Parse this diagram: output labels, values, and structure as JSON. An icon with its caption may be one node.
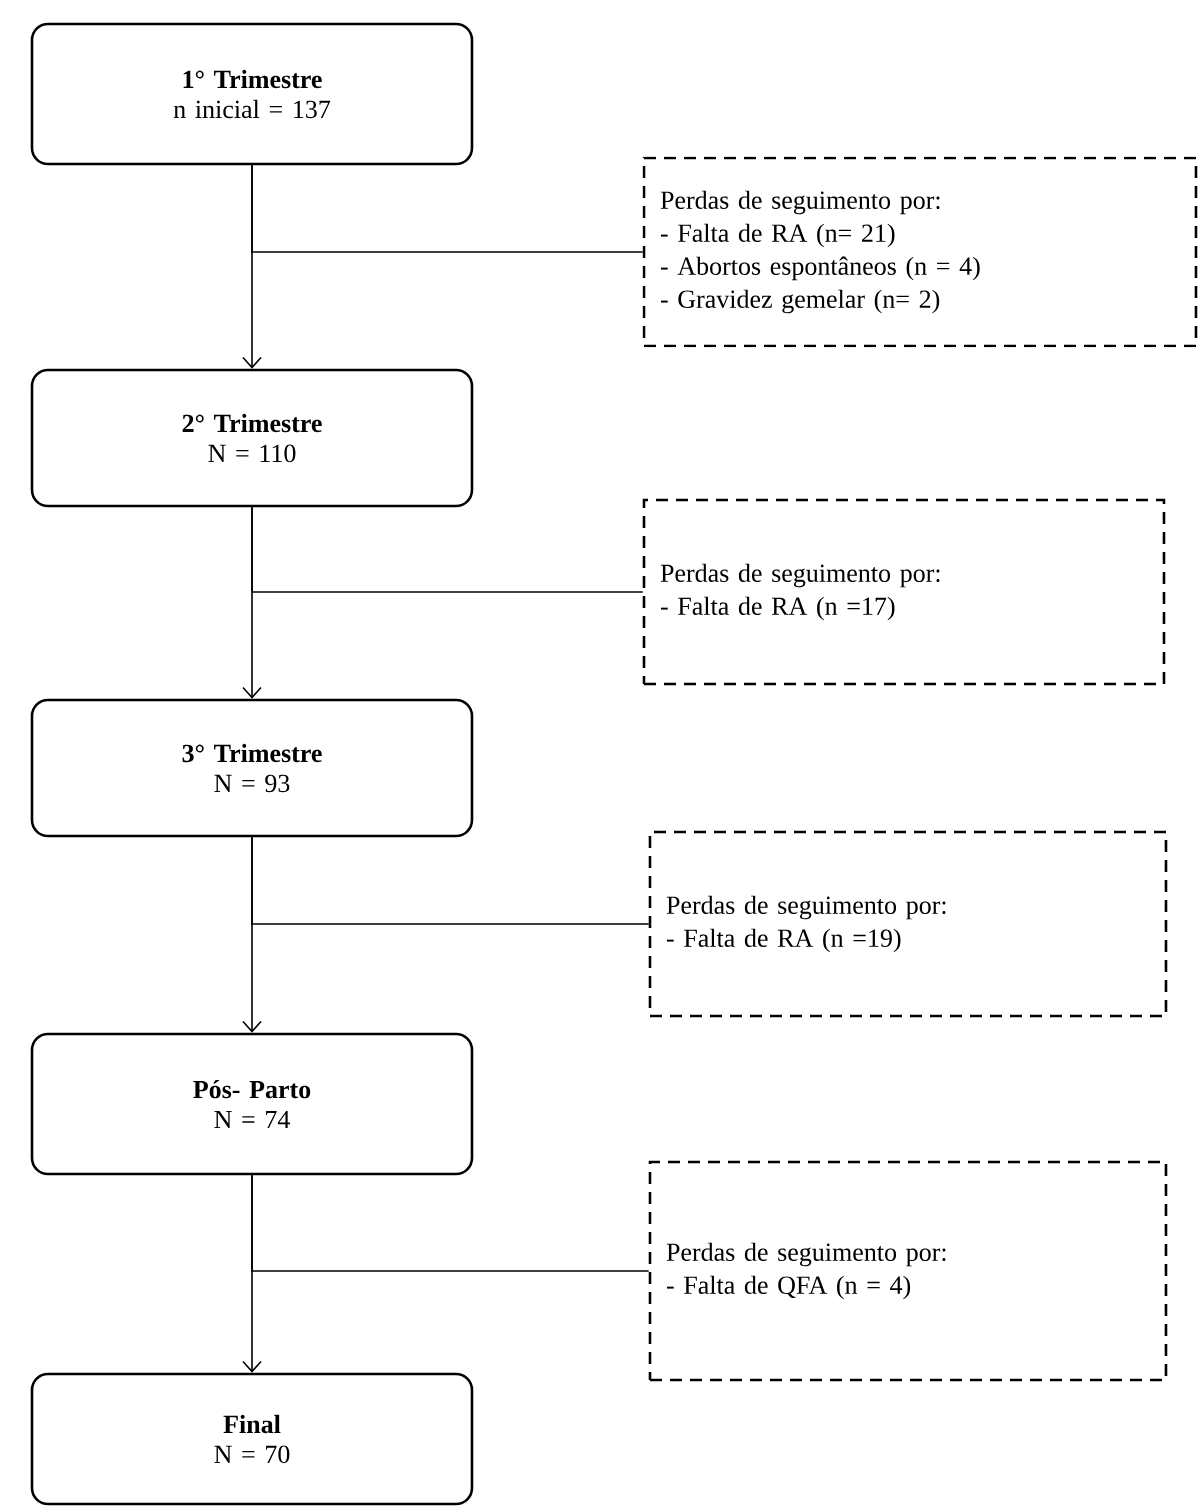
{
  "diagram": {
    "nodes": [
      {
        "text": [
          "1° Trimestre",
          "n inicial = 137"
        ]
      },
      {
        "text": [
          "2° Trimestre",
          "N = 110"
        ]
      },
      {
        "text": [
          "3° Trimestre",
          "N = 93"
        ]
      },
      {
        "text": [
          "Pós- Parto",
          "N = 74"
        ]
      },
      {
        "text": [
          "Final",
          "N = 70"
        ]
      },
      {
        "text": [
          "Perdas de seguimento por:",
          "- Falta de RA (n= 21)",
          "- Abortos espontâneos (n = 4)",
          "- Gravidez gemelar (n= 2)"
        ]
      },
      {
        "text": [
          "Perdas de seguimento por:",
          "- Falta de RA (n =17)"
        ]
      },
      {
        "text": [
          "Perdas de seguimento por:",
          "- Falta de RA (n =19)"
        ]
      },
      {
        "text": [
          "Perdas de seguimento por:",
          "- Falta de QFA (n = 4)"
        ]
      }
    ],
    "edges": [
      {
        "from": 0,
        "to": 1,
        "arrow": "to"
      },
      {
        "from": 0,
        "to": 5,
        "arrow": "none"
      },
      {
        "from": 1,
        "to": 2,
        "arrow": "to"
      },
      {
        "from": 1,
        "to": 6,
        "arrow": "none"
      },
      {
        "from": 2,
        "to": 3,
        "arrow": "to"
      },
      {
        "from": 2,
        "to": 7,
        "arrow": "none"
      },
      {
        "from": 3,
        "to": 4,
        "arrow": "to"
      },
      {
        "from": 3,
        "to": 8,
        "arrow": "none"
      }
    ]
  }
}
